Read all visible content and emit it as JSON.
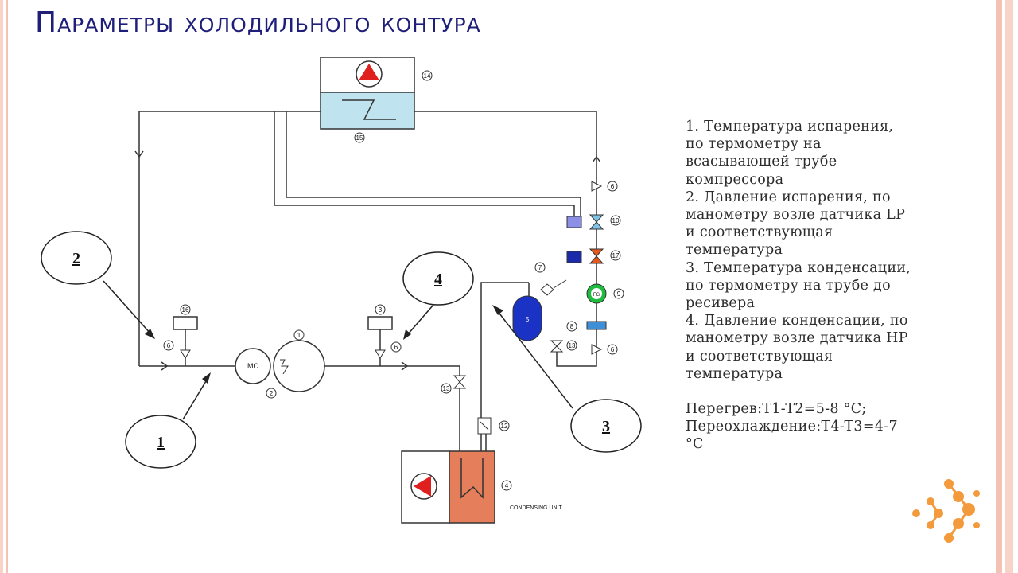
{
  "title": "Параметры холодильного контура",
  "diagram": {
    "callouts": {
      "c1": "1",
      "c2": "2",
      "c3": "3",
      "c4": "4"
    },
    "components": {
      "n1": "1",
      "n2": "2",
      "n3": "3",
      "n4": "4",
      "n5": "5",
      "n6a": "6",
      "n6b": "6",
      "n6c": "6",
      "n6d": "6",
      "n7": "7",
      "n8": "8",
      "n9": "9",
      "n10": "10",
      "n12": "12",
      "n13a": "13",
      "n13b": "13",
      "n14": "14",
      "n15": "15",
      "n16": "16",
      "n17": "17",
      "mc": "MC",
      "fg": "FG",
      "condensing_unit": "CONDENSING UNIT"
    }
  },
  "notes": {
    "lines": [
      "1. Температура испарения,",
      "по термометру на",
      "всасывающей трубе",
      "компрессора",
      "2. Давление испарения, по",
      "манометру возле датчика LP",
      "и соответствующая",
      "температура",
      "3. Температура конденсации,",
      "по термометру на трубе до",
      "ресивера",
      "4. Давление конденсации, по",
      "манометру возле датчика HP",
      "и соответствующая",
      "температура"
    ],
    "formulas": [
      "Перегрев:T1-T2=5-8 °C;",
      "Переохлаждение:T4-T3=4-7",
      "°C"
    ]
  },
  "colors": {
    "title": "#1f1f7a",
    "logo": "#f39a3c",
    "coil": "#bfe4ef",
    "pump": "#e0201e",
    "condenser": "#e57e5a",
    "receiver": "#1a33c4",
    "valve": "#e2591f",
    "drier": "#3f8fd6",
    "sightglass": "#1fbd3f"
  },
  "icons": [
    "pump-icon",
    "compressor-icon",
    "receiver-icon",
    "logo-icon"
  ]
}
